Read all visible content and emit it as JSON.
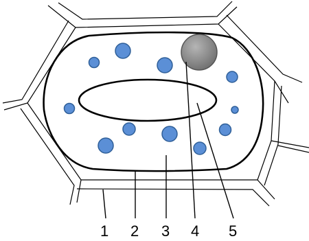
{
  "diagram": {
    "labels": [
      {
        "id": "1",
        "text": "1"
      },
      {
        "id": "2",
        "text": "2"
      },
      {
        "id": "3",
        "text": "3"
      },
      {
        "id": "4",
        "text": "4"
      },
      {
        "id": "5",
        "text": "5"
      }
    ],
    "colors": {
      "outline": "#000000",
      "chloroplast_fill": "#5b8fd6",
      "chloroplast_stroke": "#2f5f98",
      "nucleus_fill": "#8a8a8a",
      "background": "#ffffff"
    }
  }
}
